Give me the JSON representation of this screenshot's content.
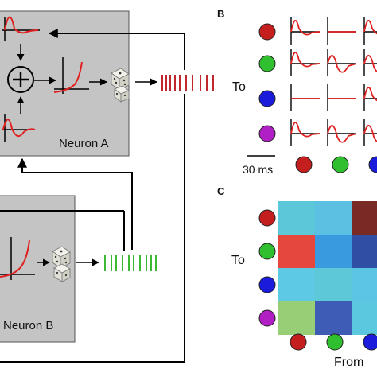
{
  "panel_a": {
    "neuron_a_label": "Neuron A",
    "neuron_b_label": "Neuron B",
    "sum_symbol": "⊕",
    "neuron_a_spike_color": "#c0282d",
    "neuron_b_spike_color": "#3cb935",
    "box_color": "#c4c4c4",
    "curve_color": "#e02020"
  },
  "panel_b": {
    "letter": "B",
    "to_label": "To",
    "scale_label": "30 ms",
    "row_colors": [
      "#c41e1e",
      "#2fbf2f",
      "#1b1bdc",
      "#b01fc4"
    ],
    "col_colors": [
      "#c41e1e",
      "#2fbf2f",
      "#1b1bdc"
    ],
    "kernels": [
      [
        "excite",
        "flat",
        "excite"
      ],
      [
        "excite",
        "biphasic",
        "biphasic"
      ],
      [
        "flat",
        "flat",
        "excite"
      ],
      [
        "excite",
        "biphasic",
        "biphasic"
      ]
    ]
  },
  "panel_c": {
    "letter": "C",
    "to_label": "To",
    "from_label": "From",
    "row_colors": [
      "#c41e1e",
      "#2fbf2f",
      "#1b1bdc",
      "#b01fc4"
    ],
    "col_colors": [
      "#c41e1e",
      "#2fbf2f",
      "#1b1bdc"
    ],
    "matrix_colors": [
      [
        "#5cc7d8",
        "#5cc0e2",
        "#7a2a24"
      ],
      [
        "#e6473c",
        "#3a9adf",
        "#2f4fa5"
      ],
      [
        "#5ec9e2",
        "#5cc8d8",
        "#5cc4e4"
      ],
      [
        "#98cf76",
        "#3e5cb4",
        "#5cc8e0"
      ]
    ]
  }
}
